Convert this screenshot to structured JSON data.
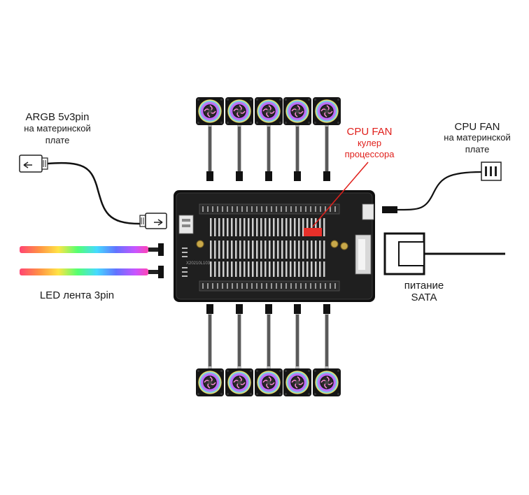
{
  "labels": {
    "argb_title": "ARGB 5v3pin",
    "argb_sub1": "на материнской",
    "argb_sub2": "плате",
    "cpu_fan_red": "CPU FAN",
    "cpu_cooler1": "кулер",
    "cpu_cooler2": "процессора",
    "cpu_fan_title": "CPU FAN",
    "cpu_fan_sub1": "на материнской",
    "cpu_fan_sub2": "плате",
    "led_strip": "LED лента 3pin",
    "power1": "питание",
    "power2": "SATA",
    "pcb_marking": "X20210L103"
  },
  "fans": {
    "top_count": 5,
    "bottom_count": 5
  },
  "led_strips": {
    "count": 2
  },
  "colors": {
    "annotation_red": "#e0201c",
    "pcb": "#1c1c1c",
    "connector_highlight": "#e8302a",
    "cable": "#111111"
  }
}
